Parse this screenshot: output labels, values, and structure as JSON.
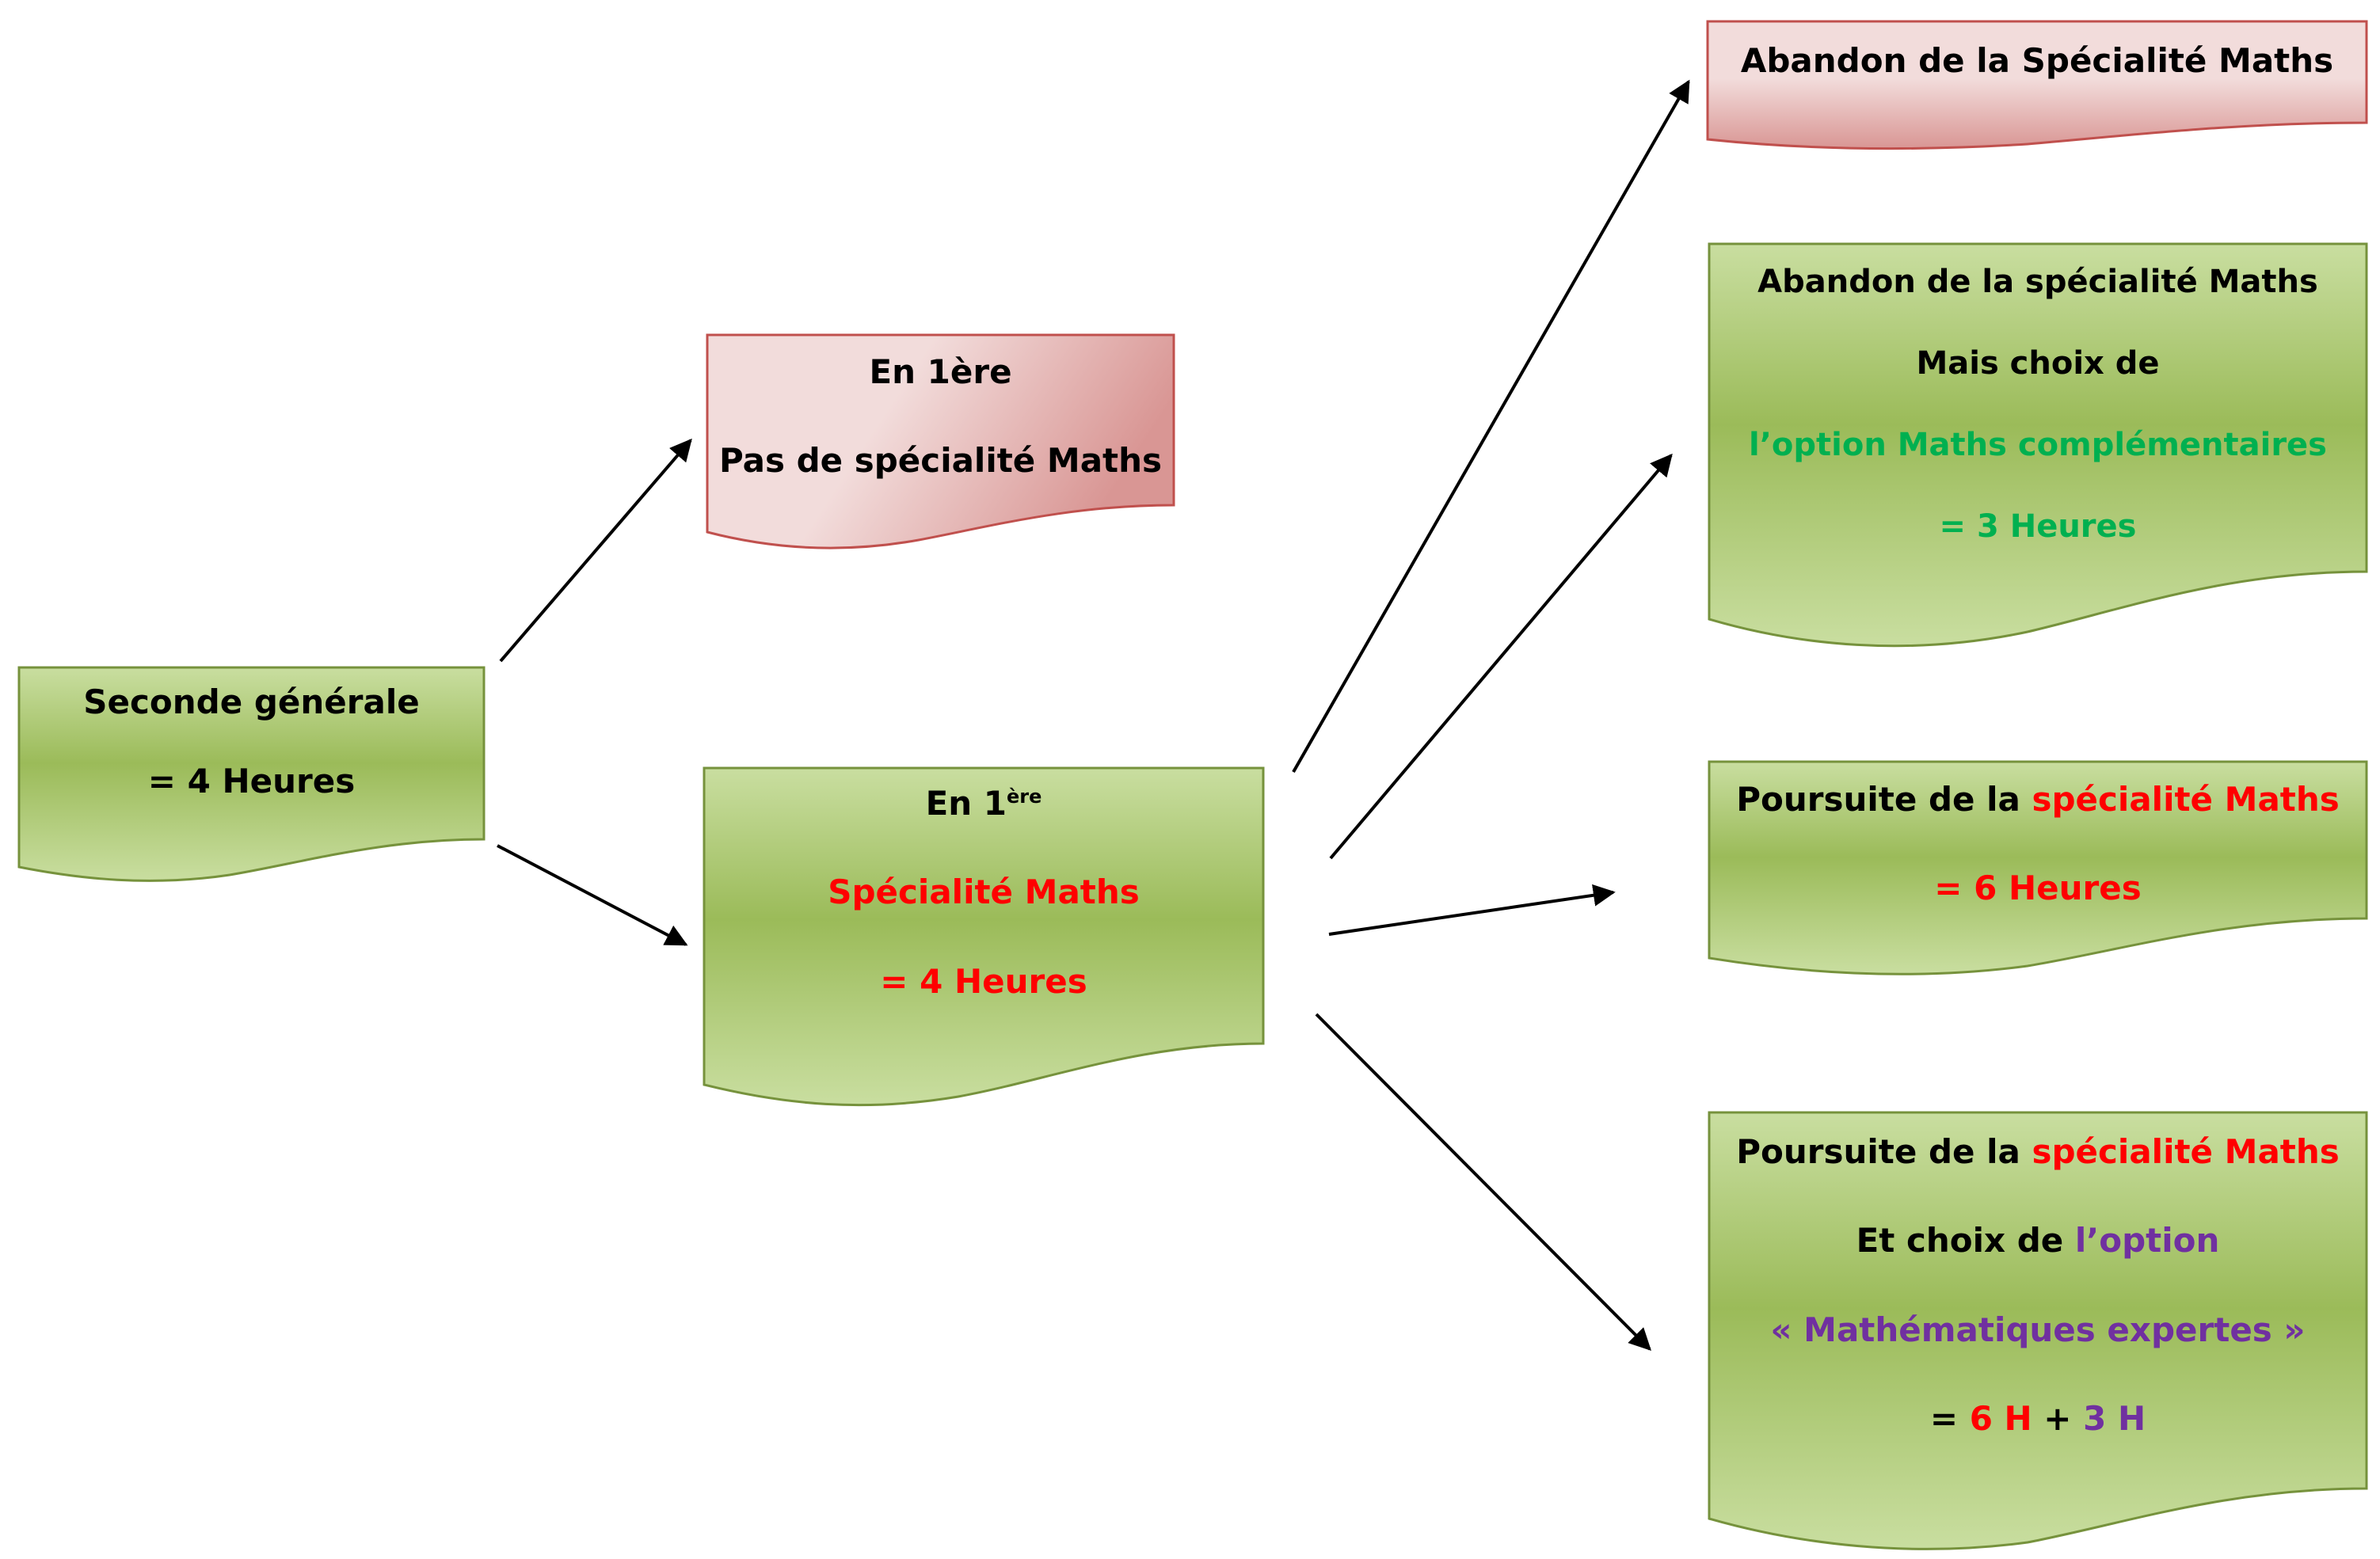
{
  "colors": {
    "green_light": "#c9dea0",
    "green_dark": "#9bbb59",
    "green_border": "#76923c",
    "pink_light": "#f2dcdb",
    "pink_dark": "#d99694",
    "pink_border": "#c0504d",
    "text_black": "#000000",
    "text_red": "#ff0000",
    "text_green": "#00b050",
    "text_purple": "#7030a0",
    "arrow": "#000000"
  },
  "nodes": {
    "seconde": {
      "line1": "Seconde générale",
      "line2": "= 4 Heures"
    },
    "premiere_sans": {
      "line1": "En 1ère",
      "line2": "Pas de spécialité Maths"
    },
    "premiere_spe": {
      "line1_prefix": "En 1",
      "line1_sup": "ère",
      "line2": "Spécialité Maths",
      "line3": "= 4 Heures"
    },
    "abandon": {
      "line1": "Abandon de la Spécialité Maths"
    },
    "abandon_option": {
      "line1": "Abandon de la spécialité Maths",
      "line2": "Mais choix de",
      "line3": "l’option Maths complémentaires",
      "line4": "= 3 Heures"
    },
    "poursuite": {
      "line1_prefix": "Poursuite de la ",
      "line1_highlight": "spécialité Maths",
      "line2": "= 6 Heures"
    },
    "poursuite_expertes": {
      "line1_prefix": "Poursuite de la ",
      "line1_highlight": "spécialité Maths",
      "line2_prefix": "Et choix de ",
      "line2_highlight": "l’option",
      "line3": "« Mathématiques expertes »",
      "line4_eq": "= ",
      "line4_a": "6 H",
      "line4_plus": " + ",
      "line4_b": "3 H"
    }
  }
}
